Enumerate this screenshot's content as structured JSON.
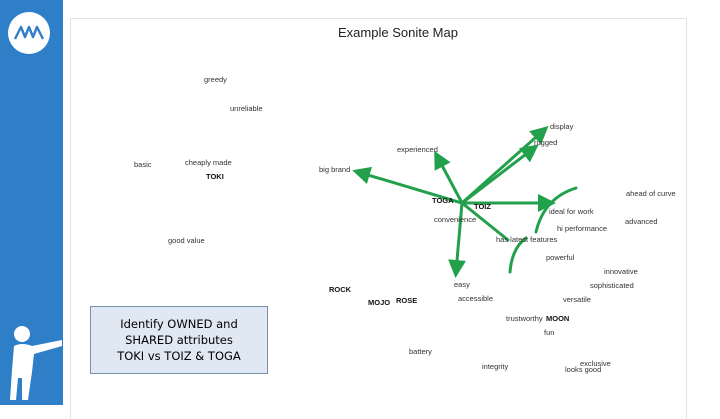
{
  "slide": {
    "title": "Example Sonite Map",
    "callout_text": "Identify OWNED and\nSHARED attributes\nTOKI vs TOIZ & TOGA"
  },
  "brand": {
    "logo_icon": "mw-logo-icon",
    "figure_icon": "pointing-person-icon",
    "accent": "#2f7fc8"
  },
  "map_words": {
    "greedy": "greedy",
    "unreliable": "unreliable",
    "display": "display",
    "rugged": "rugged",
    "experienced": "experienced",
    "basic": "basic",
    "cheaply_made": "cheaply made",
    "toki": "TOKI",
    "big_brand": "big brand",
    "ahead_of_curve": "ahead of curve",
    "toga": "TOGA",
    "toiz": "TOIZ",
    "ideal_for_work": "ideal for work",
    "convenience": "convenience",
    "advanced": "advanced",
    "hi_performance": "hi performance",
    "good_value": "good value",
    "has_latest_features": "has latest features",
    "powerful": "powerful",
    "innovative": "innovative",
    "rock": "ROCK",
    "easy": "easy",
    "sophisticated": "sophisticated",
    "mojo": "MOJO",
    "rose": "ROSE",
    "accessible": "accessible",
    "versatile": "versatile",
    "trustworthy": "trustworthy",
    "moon": "MOON",
    "fun": "fun",
    "battery": "battery",
    "integrity": "integrity",
    "exclusive": "exclusive",
    "looks_good": "looks good"
  },
  "colors": {
    "arrow": "#22a04b"
  }
}
